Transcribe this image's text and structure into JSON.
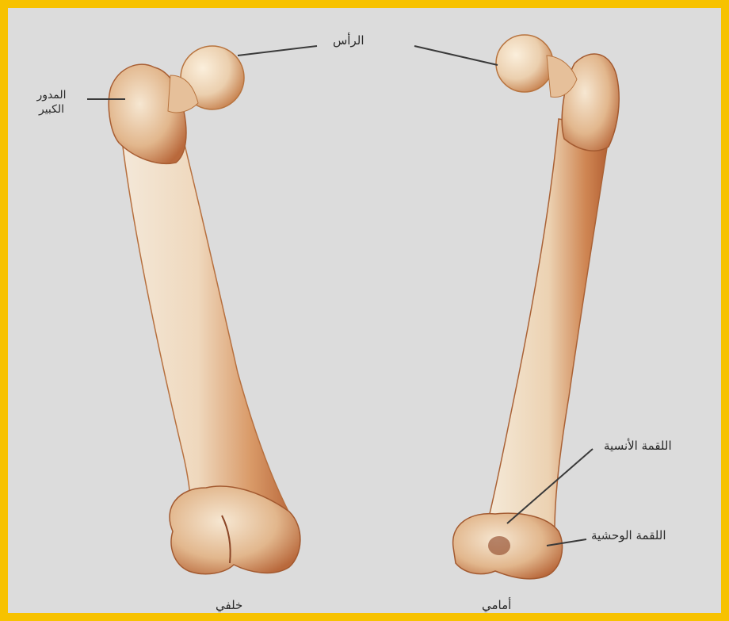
{
  "diagram": {
    "labels": {
      "head": "الرأس",
      "greater_trochanter_line1": "المدور",
      "greater_trochanter_line2": "الكبير",
      "medial_condyle": "اللقمة الأنسية",
      "lateral_condyle": "اللقمة الوحشية",
      "posterior_view": "خلفي",
      "anterior_view": "أمامي"
    },
    "colors": {
      "border": "#f7c200",
      "background": "#dcdcdc",
      "bone_light": "#f3e4cf",
      "bone_mid": "#dca77a",
      "bone_dark": "#b8663a",
      "line": "#3a3a3a"
    }
  }
}
